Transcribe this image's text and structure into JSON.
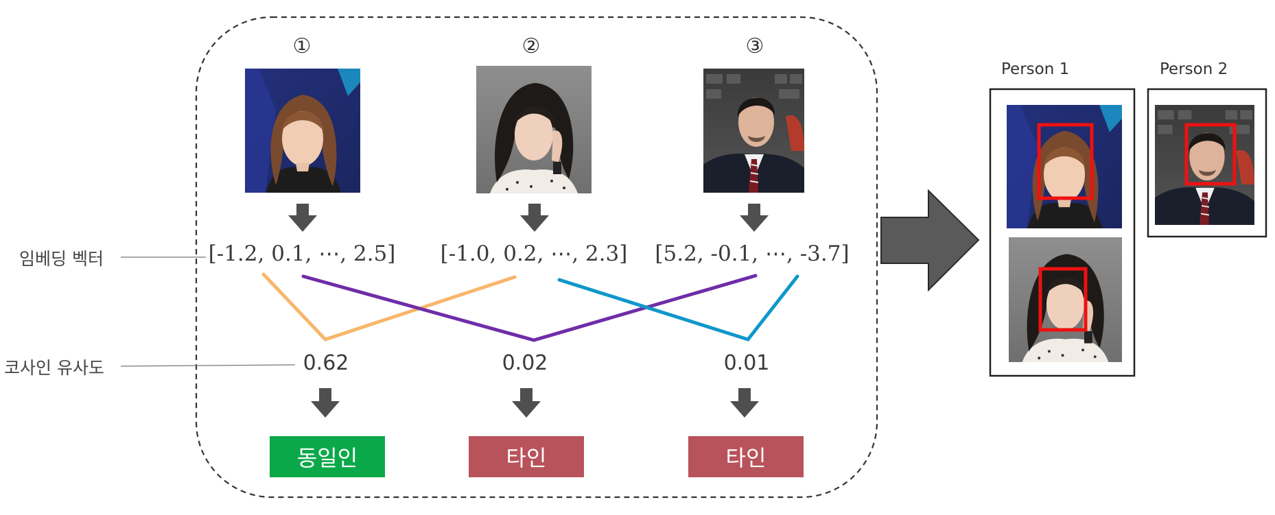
{
  "labels": {
    "embedding_vector": "임베딩 벡터",
    "cosine_similarity": "코사인 유사도"
  },
  "samples": [
    {
      "index": "①",
      "vector": "[-1.2, 0.1, ⋯, 2.5]",
      "similarity": "0.62",
      "result": "동일인",
      "result_color": "#0ba84a"
    },
    {
      "index": "②",
      "vector": "[-1.0, 0.2, ⋯, 2.3]",
      "similarity": "0.02",
      "result": "타인",
      "result_color": "#b8535b"
    },
    {
      "index": "③",
      "vector": "[5.2, -0.1, ⋯, -3.7]",
      "similarity": "0.01",
      "result": "타인",
      "result_color": "#b8535b"
    }
  ],
  "line_colors": {
    "pair_1_2": "#f8b66b",
    "pair_1_3": "#6f2da8",
    "pair_2_3": "#0f97c9"
  },
  "groups": [
    {
      "name": "Person 1"
    },
    {
      "name": "Person 2"
    }
  ],
  "face_box_color": "#ee1111"
}
